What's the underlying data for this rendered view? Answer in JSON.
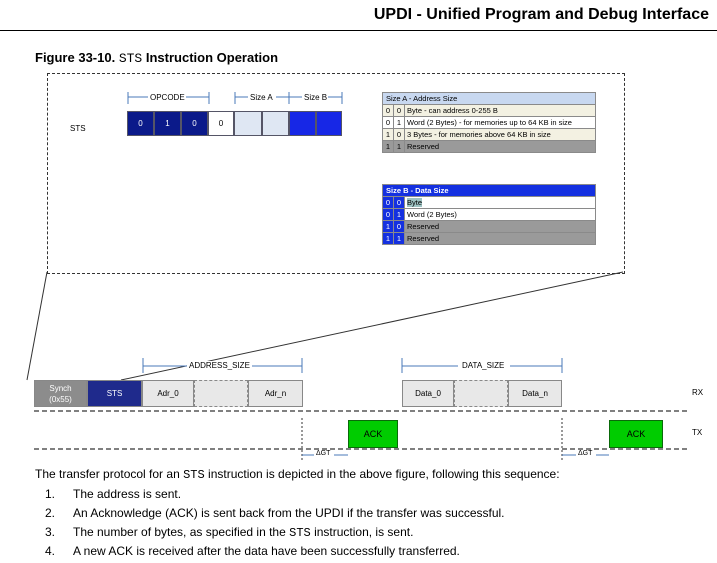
{
  "header": {
    "title": "UPDI - Unified Program and Debug Interface"
  },
  "figure": {
    "number": "Figure 33-10.",
    "code": "STS",
    "title": "Instruction Operation"
  },
  "diagram": {
    "row_label": "STS",
    "opcode_label": "OPCODE",
    "size_a_label": "Size A",
    "size_b_label": "Size B",
    "bits": [
      "0",
      "1",
      "0",
      "0"
    ]
  },
  "size_a_table": {
    "header": "Size A - Address Size",
    "rows": [
      {
        "b1": "0",
        "b0": "0",
        "desc": "Byte - can address 0-255 B"
      },
      {
        "b1": "0",
        "b0": "1",
        "desc": "Word (2 Bytes) - for memories up to 64 KB in size"
      },
      {
        "b1": "1",
        "b0": "0",
        "desc": "3 Bytes - for memories above 64 KB in size"
      },
      {
        "b1": "1",
        "b0": "1",
        "desc": "Reserved"
      }
    ]
  },
  "size_b_table": {
    "header": "Size B - Data Size",
    "rows": [
      {
        "b1": "0",
        "b0": "0",
        "desc": "Byte"
      },
      {
        "b1": "0",
        "b0": "1",
        "desc": "Word (2 Bytes)"
      },
      {
        "b1": "1",
        "b0": "0",
        "desc": "Reserved"
      },
      {
        "b1": "1",
        "b0": "1",
        "desc": "Reserved"
      }
    ]
  },
  "protocol": {
    "synch": "Synch",
    "synch_val": "(0x55)",
    "sts": "STS",
    "adr0": "Adr_0",
    "adrn": "Adr_n",
    "data0": "Data_0",
    "datan": "Data_n",
    "address_size": "ADDRESS_SIZE",
    "data_size": "DATA_SIZE",
    "rx": "RX",
    "tx": "TX",
    "ack": "ACK",
    "gt": "ΔGT"
  },
  "body": {
    "intro_pre": "The transfer protocol for an ",
    "intro_code": "STS",
    "intro_post": " instruction is depicted in the above figure, following this sequence:",
    "steps": [
      {
        "num": "1.",
        "text": "The address is sent."
      },
      {
        "num": "2.",
        "text": "An Acknowledge (ACK) is sent back from the UPDI if the transfer was successful."
      },
      {
        "num": "3.",
        "pre": "The number of bytes, as specified in the ",
        "code": "STS",
        "post": " instruction, is sent."
      },
      {
        "num": "4.",
        "text": "A new ACK is received after the data have been successfully transferred."
      }
    ]
  }
}
